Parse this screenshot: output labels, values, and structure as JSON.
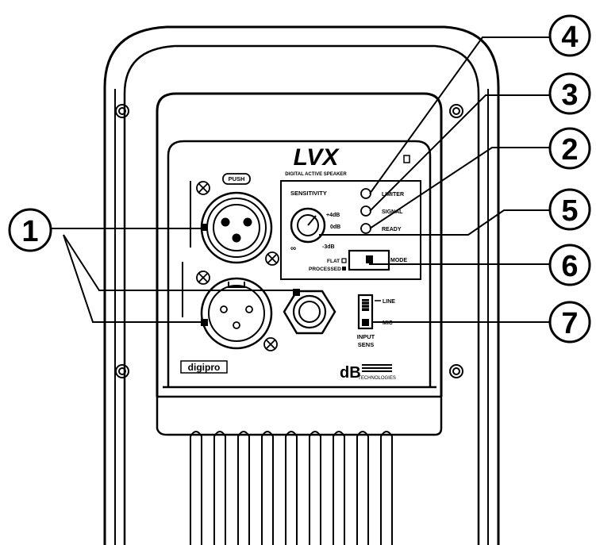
{
  "panel": {
    "logo_text": "LVX",
    "logo_subtitle": "DIGITAL ACTIVE SPEAKER",
    "push_label": "PUSH",
    "sensitivity_label": "SENSITIVITY",
    "sens_plus": "+4dB",
    "sens_zero": "0dB",
    "sens_minus": "-3dB",
    "sens_inf": "∞",
    "led_labels": [
      "LIMITER",
      "SIGNAL",
      "READY"
    ],
    "mode_label": "MODE",
    "flat_label": "FLAT",
    "processed_label": "PROCESSED",
    "line_label": "LINE",
    "mic_label": "MIC",
    "input_label": "INPUT",
    "sens_label": "SENS",
    "brand_left": "digipro",
    "brand_right_big": "dB",
    "brand_right_small": "TECHNOLOGIES"
  },
  "callouts": {
    "c1": "1",
    "c2": "2",
    "c3": "3",
    "c4": "4",
    "c5": "5",
    "c6": "6",
    "c7": "7"
  }
}
